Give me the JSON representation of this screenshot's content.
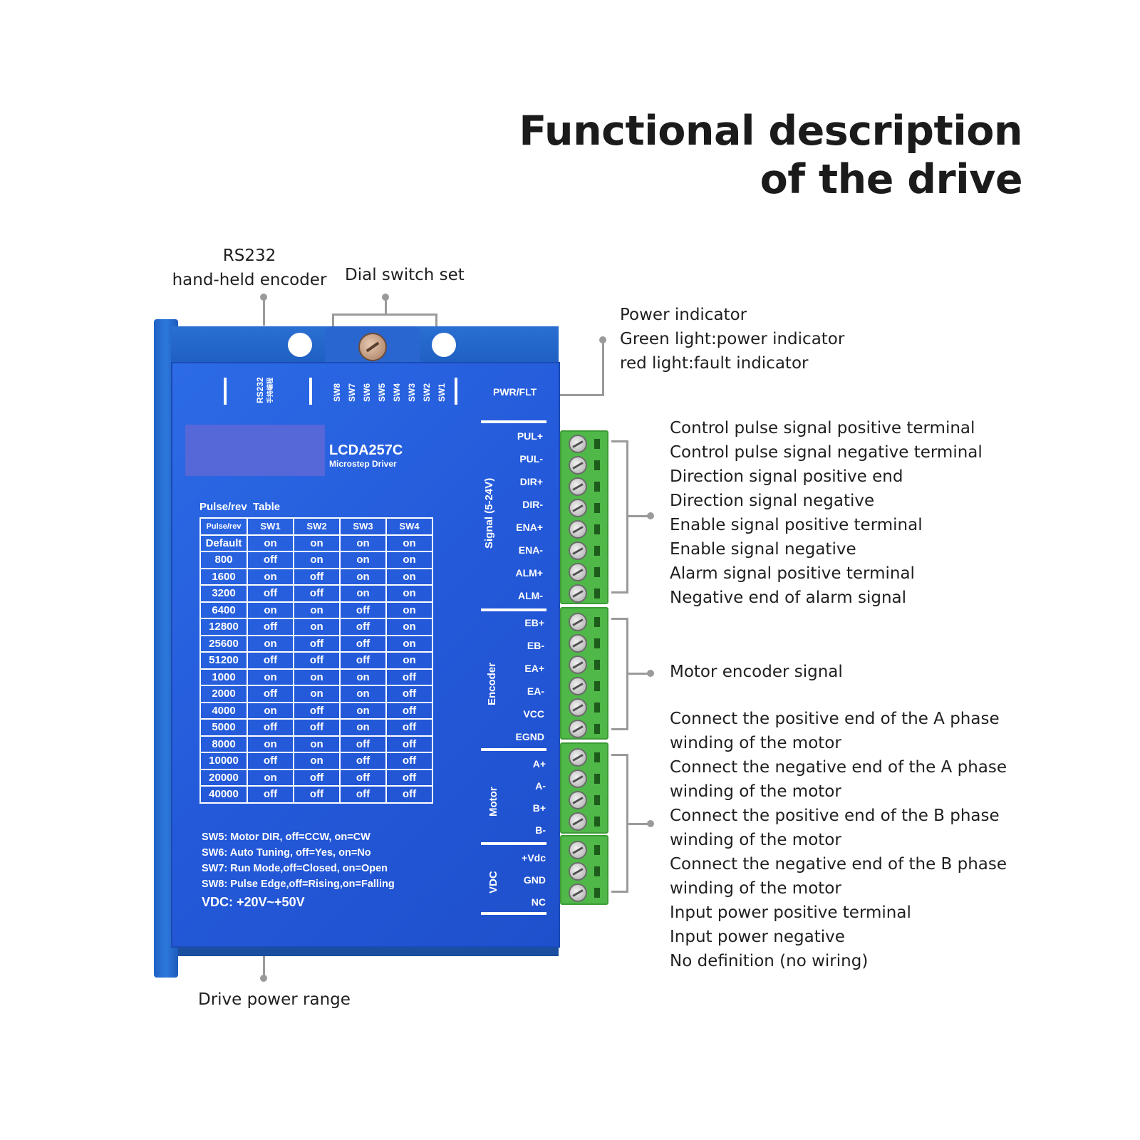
{
  "title": {
    "line1": "Functional description",
    "line2": "of the drive"
  },
  "callouts": {
    "rs232_line1": "RS232",
    "rs232_line2": "hand-held encoder",
    "dial_switch": "Dial switch set",
    "power_indicator": [
      "Power indicator",
      "Green light:power indicator",
      "red light:fault indicator"
    ],
    "signal_group": [
      "Control pulse signal positive terminal",
      "Control pulse signal negative terminal",
      "Direction signal positive end",
      "Direction signal negative",
      "Enable signal positive terminal",
      "Enable signal negative",
      "Alarm signal positive terminal",
      "Negative end of alarm signal"
    ],
    "encoder_group": "Motor encoder signal",
    "motor_power_group": [
      "Connect the positive end of the A phase",
      "winding of the motor",
      "Connect the negative end of the A phase",
      "winding of the motor",
      "Connect the positive end of the B phase",
      "winding of the motor",
      "Connect the negative end of the B phase",
      "winding of the motor",
      "Input power positive terminal",
      "Input power negative",
      "No definition (no wiring)"
    ],
    "drive_power_range": "Drive power range"
  },
  "panel": {
    "rs232_label": "RS232",
    "rs232_sub": "手持编程",
    "switch_labels": [
      "SW8",
      "SW7",
      "SW6",
      "SW5",
      "SW4",
      "SW3",
      "SW2",
      "SW1"
    ],
    "pwr_flt": "PWR/FLT",
    "model": "LCDA257C",
    "model_sub": "Microstep Driver",
    "table_title": "Pulse/rev  Table",
    "table_header": [
      "Pulse/rev",
      "SW1",
      "SW2",
      "SW3",
      "SW4"
    ],
    "table_rows": [
      [
        "Default",
        "on",
        "on",
        "on",
        "on"
      ],
      [
        "800",
        "off",
        "on",
        "on",
        "on"
      ],
      [
        "1600",
        "on",
        "off",
        "on",
        "on"
      ],
      [
        "3200",
        "off",
        "off",
        "on",
        "on"
      ],
      [
        "6400",
        "on",
        "on",
        "off",
        "on"
      ],
      [
        "12800",
        "off",
        "on",
        "off",
        "on"
      ],
      [
        "25600",
        "on",
        "off",
        "off",
        "on"
      ],
      [
        "51200",
        "off",
        "off",
        "off",
        "on"
      ],
      [
        "1000",
        "on",
        "on",
        "on",
        "off"
      ],
      [
        "2000",
        "off",
        "on",
        "on",
        "off"
      ],
      [
        "4000",
        "on",
        "off",
        "on",
        "off"
      ],
      [
        "5000",
        "off",
        "off",
        "on",
        "off"
      ],
      [
        "8000",
        "on",
        "on",
        "off",
        "off"
      ],
      [
        "10000",
        "off",
        "on",
        "off",
        "off"
      ],
      [
        "20000",
        "on",
        "off",
        "off",
        "off"
      ],
      [
        "40000",
        "off",
        "off",
        "off",
        "off"
      ]
    ],
    "notes": [
      {
        "key": "SW5:",
        "text": " Motor DIR, off=CCW, on=CW"
      },
      {
        "key": "SW6:",
        "text": " Auto Tuning, off=Yes, on=No"
      },
      {
        "key": "SW7:",
        "text": " Run Mode,off=Closed, on=Open"
      },
      {
        "key": "SW8:",
        "text": " Pulse Edge,off=Rising,on=Falling"
      }
    ],
    "vdc": "VDC: +20V~+50V",
    "section_labels": {
      "signal": "Signal (5-24V)",
      "encoder": "Encoder",
      "motor": "Motor",
      "vdc": "VDC"
    },
    "terminals": {
      "signal": [
        "PUL+",
        "PUL-",
        "DIR+",
        "DIR-",
        "ENA+",
        "ENA-",
        "ALM+",
        "ALM-"
      ],
      "encoder": [
        "EB+",
        "EB-",
        "EA+",
        "EA-",
        "VCC",
        "EGND"
      ],
      "motor": [
        "A+",
        "A-",
        "B+",
        "B-"
      ],
      "vdc": [
        "+Vdc",
        "GND",
        "NC"
      ]
    }
  },
  "colors": {
    "panel_blue": "#2358d8",
    "terminal_green": "#4fb848",
    "leader_gray": "#9a9a9a"
  }
}
